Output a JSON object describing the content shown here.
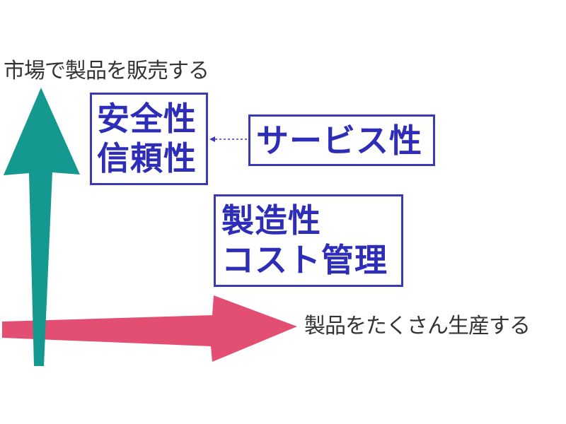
{
  "diagram": {
    "axis_labels": {
      "vertical": "市場で製品を販売する",
      "horizontal": "製品をたくさん生産する"
    },
    "boxes": {
      "safety": {
        "lines": [
          "安全性",
          "信頼性"
        ]
      },
      "service": {
        "lines": [
          "サービス性"
        ]
      },
      "manufacture": {
        "lines": [
          "製造性",
          "コスト管理"
        ]
      }
    },
    "connector": {
      "from": "service",
      "to": "safety",
      "style": "dashed-arrow"
    },
    "colors": {
      "vertical_arrow": "#15988f",
      "horizontal_arrow": "#e34f73",
      "box_border": "#3a3ab6",
      "box_text": "#2d2db8",
      "axis_text": "#333333"
    }
  }
}
